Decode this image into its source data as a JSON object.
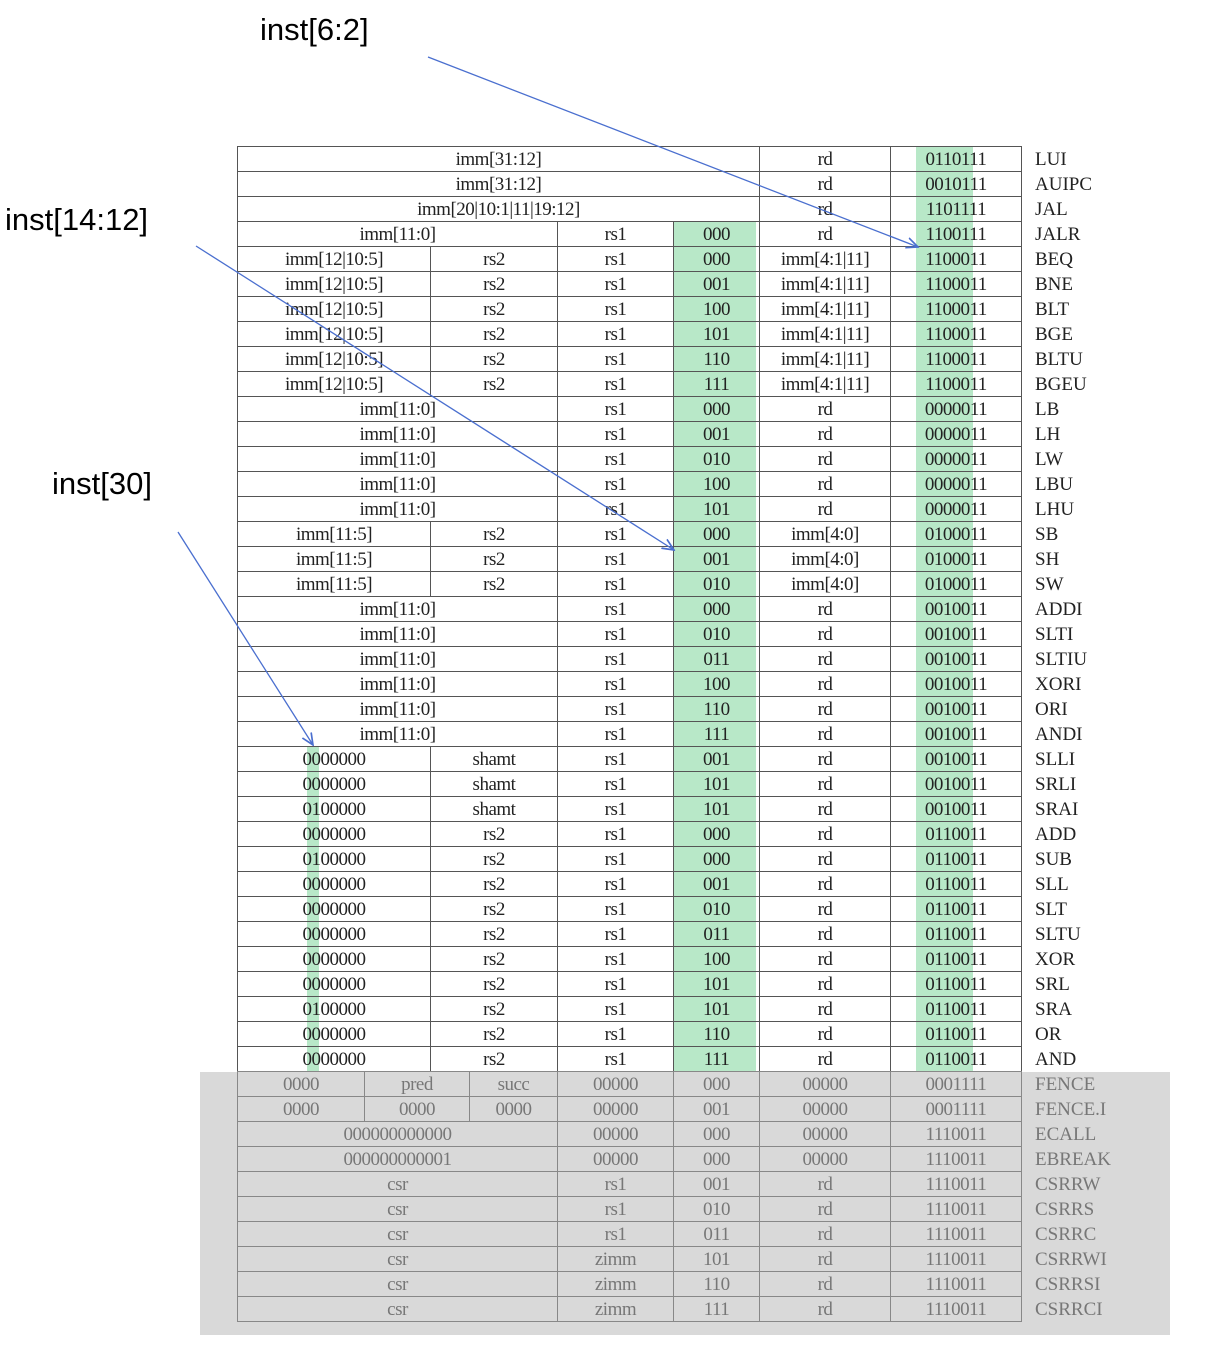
{
  "labels": {
    "opcode": "inst[6:2]",
    "funct3": "inst[14:12]",
    "bit30": "inst[30]"
  },
  "colors": {
    "highlight": "#b8e8c8",
    "arrow": "#4a6fcf",
    "system_bg": "#d9d9d9"
  },
  "rows": [
    {
      "fmt": "U",
      "f": [
        "imm[31:12]",
        "rd",
        "0110111"
      ],
      "name": "LUI"
    },
    {
      "fmt": "U",
      "f": [
        "imm[31:12]",
        "rd",
        "0010111"
      ],
      "name": "AUIPC"
    },
    {
      "fmt": "U",
      "f": [
        "imm[20|10:1|11|19:12]",
        "rd",
        "1101111"
      ],
      "name": "JAL"
    },
    {
      "fmt": "I",
      "f": [
        "imm[11:0]",
        "rs1",
        "000",
        "rd",
        "1100111"
      ],
      "name": "JALR"
    },
    {
      "fmt": "R",
      "f": [
        "imm[12|10:5]",
        "rs2",
        "rs1",
        "000",
        "imm[4:1|11]",
        "1100011"
      ],
      "name": "BEQ"
    },
    {
      "fmt": "R",
      "f": [
        "imm[12|10:5]",
        "rs2",
        "rs1",
        "001",
        "imm[4:1|11]",
        "1100011"
      ],
      "name": "BNE"
    },
    {
      "fmt": "R",
      "f": [
        "imm[12|10:5]",
        "rs2",
        "rs1",
        "100",
        "imm[4:1|11]",
        "1100011"
      ],
      "name": "BLT"
    },
    {
      "fmt": "R",
      "f": [
        "imm[12|10:5]",
        "rs2",
        "rs1",
        "101",
        "imm[4:1|11]",
        "1100011"
      ],
      "name": "BGE"
    },
    {
      "fmt": "R",
      "f": [
        "imm[12|10:5]",
        "rs2",
        "rs1",
        "110",
        "imm[4:1|11]",
        "1100011"
      ],
      "name": "BLTU"
    },
    {
      "fmt": "R",
      "f": [
        "imm[12|10:5]",
        "rs2",
        "rs1",
        "111",
        "imm[4:1|11]",
        "1100011"
      ],
      "name": "BGEU"
    },
    {
      "fmt": "I",
      "f": [
        "imm[11:0]",
        "rs1",
        "000",
        "rd",
        "0000011"
      ],
      "name": "LB"
    },
    {
      "fmt": "I",
      "f": [
        "imm[11:0]",
        "rs1",
        "001",
        "rd",
        "0000011"
      ],
      "name": "LH"
    },
    {
      "fmt": "I",
      "f": [
        "imm[11:0]",
        "rs1",
        "010",
        "rd",
        "0000011"
      ],
      "name": "LW"
    },
    {
      "fmt": "I",
      "f": [
        "imm[11:0]",
        "rs1",
        "100",
        "rd",
        "0000011"
      ],
      "name": "LBU"
    },
    {
      "fmt": "I",
      "f": [
        "imm[11:0]",
        "rs1",
        "101",
        "rd",
        "0000011"
      ],
      "name": "LHU"
    },
    {
      "fmt": "R",
      "f": [
        "imm[11:5]",
        "rs2",
        "rs1",
        "000",
        "imm[4:0]",
        "0100011"
      ],
      "name": "SB"
    },
    {
      "fmt": "R",
      "f": [
        "imm[11:5]",
        "rs2",
        "rs1",
        "001",
        "imm[4:0]",
        "0100011"
      ],
      "name": "SH"
    },
    {
      "fmt": "R",
      "f": [
        "imm[11:5]",
        "rs2",
        "rs1",
        "010",
        "imm[4:0]",
        "0100011"
      ],
      "name": "SW"
    },
    {
      "fmt": "I",
      "f": [
        "imm[11:0]",
        "rs1",
        "000",
        "rd",
        "0010011"
      ],
      "name": "ADDI"
    },
    {
      "fmt": "I",
      "f": [
        "imm[11:0]",
        "rs1",
        "010",
        "rd",
        "0010011"
      ],
      "name": "SLTI"
    },
    {
      "fmt": "I",
      "f": [
        "imm[11:0]",
        "rs1",
        "011",
        "rd",
        "0010011"
      ],
      "name": "SLTIU"
    },
    {
      "fmt": "I",
      "f": [
        "imm[11:0]",
        "rs1",
        "100",
        "rd",
        "0010011"
      ],
      "name": "XORI"
    },
    {
      "fmt": "I",
      "f": [
        "imm[11:0]",
        "rs1",
        "110",
        "rd",
        "0010011"
      ],
      "name": "ORI"
    },
    {
      "fmt": "I",
      "f": [
        "imm[11:0]",
        "rs1",
        "111",
        "rd",
        "0010011"
      ],
      "name": "ANDI"
    },
    {
      "fmt": "R",
      "f": [
        "0000000",
        "shamt",
        "rs1",
        "001",
        "rd",
        "0010011"
      ],
      "name": "SLLI"
    },
    {
      "fmt": "R",
      "f": [
        "0000000",
        "shamt",
        "rs1",
        "101",
        "rd",
        "0010011"
      ],
      "name": "SRLI"
    },
    {
      "fmt": "R",
      "f": [
        "0100000",
        "shamt",
        "rs1",
        "101",
        "rd",
        "0010011"
      ],
      "name": "SRAI"
    },
    {
      "fmt": "R",
      "f": [
        "0000000",
        "rs2",
        "rs1",
        "000",
        "rd",
        "0110011"
      ],
      "name": "ADD"
    },
    {
      "fmt": "R",
      "f": [
        "0100000",
        "rs2",
        "rs1",
        "000",
        "rd",
        "0110011"
      ],
      "name": "SUB"
    },
    {
      "fmt": "R",
      "f": [
        "0000000",
        "rs2",
        "rs1",
        "001",
        "rd",
        "0110011"
      ],
      "name": "SLL"
    },
    {
      "fmt": "R",
      "f": [
        "0000000",
        "rs2",
        "rs1",
        "010",
        "rd",
        "0110011"
      ],
      "name": "SLT"
    },
    {
      "fmt": "R",
      "f": [
        "0000000",
        "rs2",
        "rs1",
        "011",
        "rd",
        "0110011"
      ],
      "name": "SLTU"
    },
    {
      "fmt": "R",
      "f": [
        "0000000",
        "rs2",
        "rs1",
        "100",
        "rd",
        "0110011"
      ],
      "name": "XOR"
    },
    {
      "fmt": "R",
      "f": [
        "0000000",
        "rs2",
        "rs1",
        "101",
        "rd",
        "0110011"
      ],
      "name": "SRL"
    },
    {
      "fmt": "R",
      "f": [
        "0100000",
        "rs2",
        "rs1",
        "101",
        "rd",
        "0110011"
      ],
      "name": "SRA"
    },
    {
      "fmt": "R",
      "f": [
        "0000000",
        "rs2",
        "rs1",
        "110",
        "rd",
        "0110011"
      ],
      "name": "OR"
    },
    {
      "fmt": "R",
      "f": [
        "0000000",
        "rs2",
        "rs1",
        "111",
        "rd",
        "0110011"
      ],
      "name": "AND"
    },
    {
      "fmt": "F",
      "f": [
        "0000",
        "pred",
        "succ",
        "00000",
        "000",
        "00000",
        "0001111"
      ],
      "name": "FENCE"
    },
    {
      "fmt": "F",
      "f": [
        "0000",
        "0000",
        "0000",
        "00000",
        "001",
        "00000",
        "0001111"
      ],
      "name": "FENCE.I"
    },
    {
      "fmt": "I",
      "f": [
        "000000000000",
        "00000",
        "000",
        "00000",
        "1110011"
      ],
      "name": "ECALL"
    },
    {
      "fmt": "I",
      "f": [
        "000000000001",
        "00000",
        "000",
        "00000",
        "1110011"
      ],
      "name": "EBREAK"
    },
    {
      "fmt": "I",
      "f": [
        "csr",
        "rs1",
        "001",
        "rd",
        "1110011"
      ],
      "name": "CSRRW"
    },
    {
      "fmt": "I",
      "f": [
        "csr",
        "rs1",
        "010",
        "rd",
        "1110011"
      ],
      "name": "CSRRS"
    },
    {
      "fmt": "I",
      "f": [
        "csr",
        "rs1",
        "011",
        "rd",
        "1110011"
      ],
      "name": "CSRRC"
    },
    {
      "fmt": "I",
      "f": [
        "csr",
        "zimm",
        "101",
        "rd",
        "1110011"
      ],
      "name": "CSRRWI"
    },
    {
      "fmt": "I",
      "f": [
        "csr",
        "zimm",
        "110",
        "rd",
        "1110011"
      ],
      "name": "CSRRSI"
    },
    {
      "fmt": "I",
      "f": [
        "csr",
        "zimm",
        "111",
        "rd",
        "1110011"
      ],
      "name": "CSRRCI"
    }
  ]
}
